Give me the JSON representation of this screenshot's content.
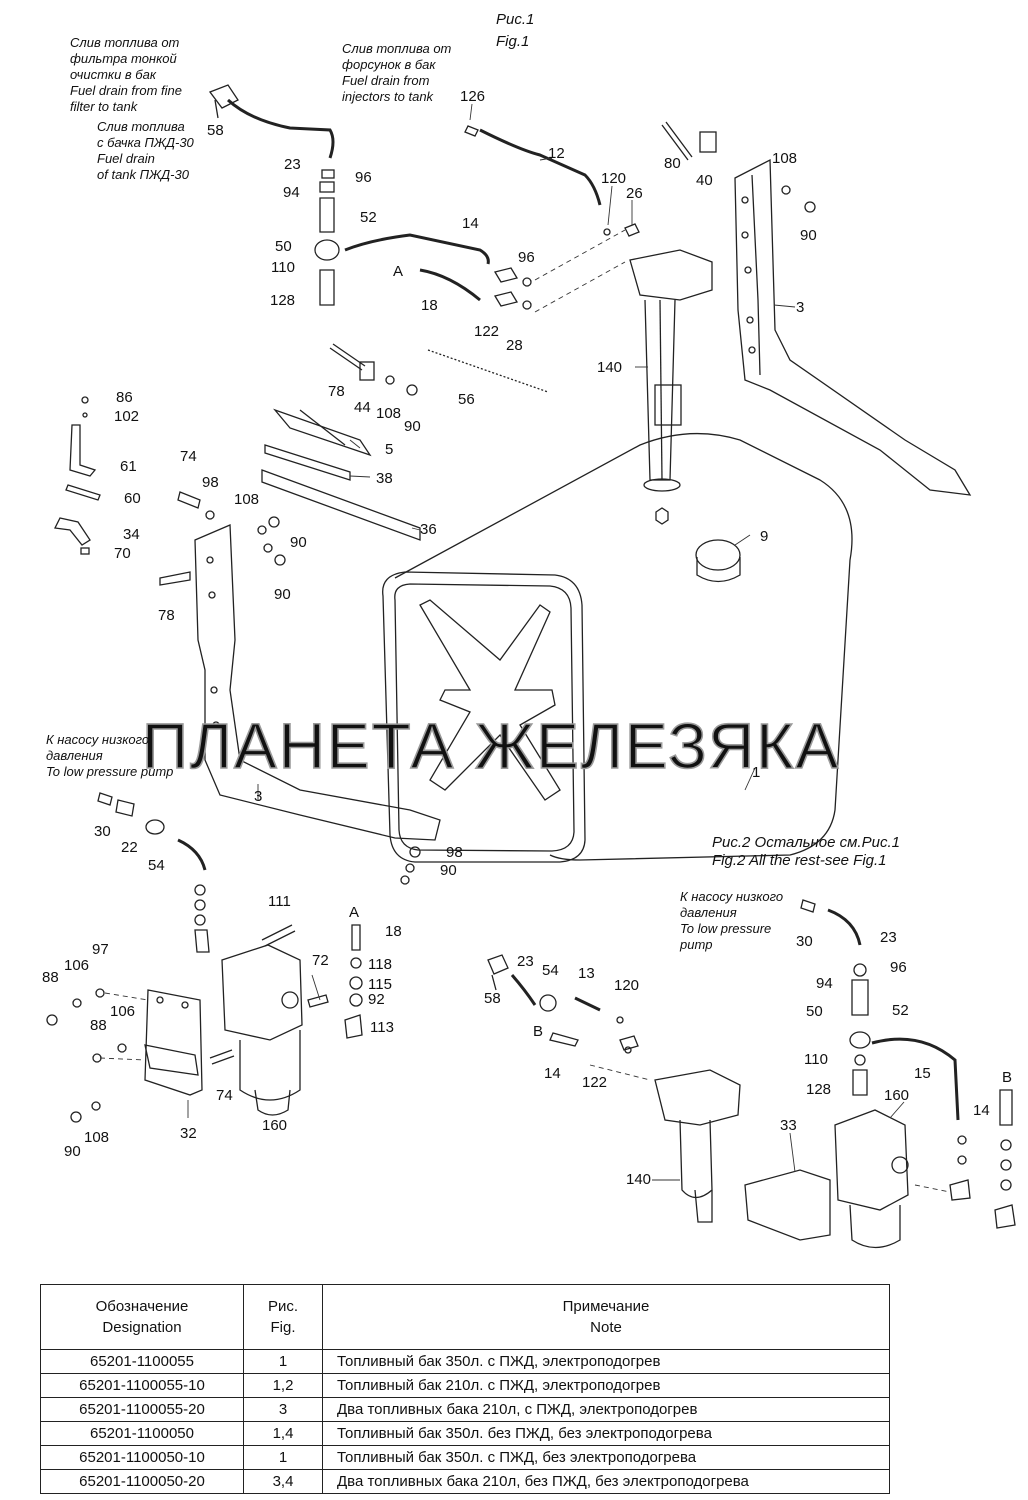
{
  "figure1": {
    "title_ru": "Рис.1",
    "title_en": "Fig.1"
  },
  "figure2": {
    "ru": "Рис.2  Остальное см.Рис.1",
    "en": "Fig.2   All the rest-see Fig.1"
  },
  "watermark": "ПЛАНЕТА ЖЕЛЕЗЯКА",
  "captions": {
    "filter_drain": [
      "Слив топлива от",
      "фильтра тонкой",
      "очистки в бак",
      "Fuel drain from fine",
      "filter to tank"
    ],
    "heater_drain": [
      "Слив топлива",
      "с бачка ПЖД-30",
      "Fuel drain",
      "of tank ПЖД-30"
    ],
    "injector_drain": [
      "Слив топлива от",
      "форсунок в бак",
      "Fuel drain from",
      "injectors to tank"
    ],
    "pump1": [
      "К насосу низкого",
      "давления",
      "To low pressure pump"
    ],
    "pump2": [
      "К насосу низкого",
      "давления",
      "To low pressure",
      "pump"
    ],
    "marker_a": "A",
    "marker_b": "B"
  },
  "callouts": [
    "126",
    "12",
    "120",
    "26",
    "80",
    "40",
    "108",
    "90",
    "3",
    "58",
    "23",
    "96",
    "94",
    "52",
    "50",
    "14",
    "110",
    "A",
    "18",
    "96",
    "128",
    "122",
    "28",
    "140",
    "78",
    "44",
    "108",
    "90",
    "56",
    "86",
    "102",
    "5",
    "38",
    "61",
    "60",
    "74",
    "98",
    "108",
    "90",
    "36",
    "34",
    "70",
    "9",
    "78",
    "90",
    "1",
    "3",
    "30",
    "22",
    "54",
    "98",
    "90",
    "111",
    "A",
    "18",
    "72",
    "118",
    "115",
    "92",
    "113",
    "97",
    "106",
    "88",
    "88",
    "106",
    "74",
    "32",
    "160",
    "108",
    "90",
    "30",
    "23",
    "94",
    "96",
    "23",
    "54",
    "13",
    "120",
    "58",
    "52",
    "50",
    "15",
    "B",
    "110",
    "128",
    "160",
    "14",
    "B",
    "14",
    "122",
    "33",
    "140"
  ],
  "table": {
    "headers": [
      {
        "ru": "Обозначение",
        "en": "Designation"
      },
      {
        "ru": "Рис.",
        "en": "Fig."
      },
      {
        "ru": "Примечание",
        "en": "Note"
      }
    ],
    "rows": [
      {
        "designation": "65201-1100055",
        "fig": "1",
        "note": "Топливный бак 350л. с ПЖД, электроподогрев"
      },
      {
        "designation": "65201-1100055-10",
        "fig": "1,2",
        "note": "Топливный бак 210л. с ПЖД,  электроподогрев"
      },
      {
        "designation": "65201-1100055-20",
        "fig": "3",
        "note": "Два топливных бака 210л, с ПЖД, электроподогрев"
      },
      {
        "designation": "65201-1100050",
        "fig": "1,4",
        "note": "Топливный бак 350л. без ПЖД, без электроподогрева"
      },
      {
        "designation": "65201-1100050-10",
        "fig": "1",
        "note": "Топливный бак 350л. с ПЖД, без электроподогрева"
      },
      {
        "designation": "65201-1100050-20",
        "fig": "3,4",
        "note": "Два топливных бака 210л, без ПЖД, без электроподогрева"
      }
    ]
  }
}
